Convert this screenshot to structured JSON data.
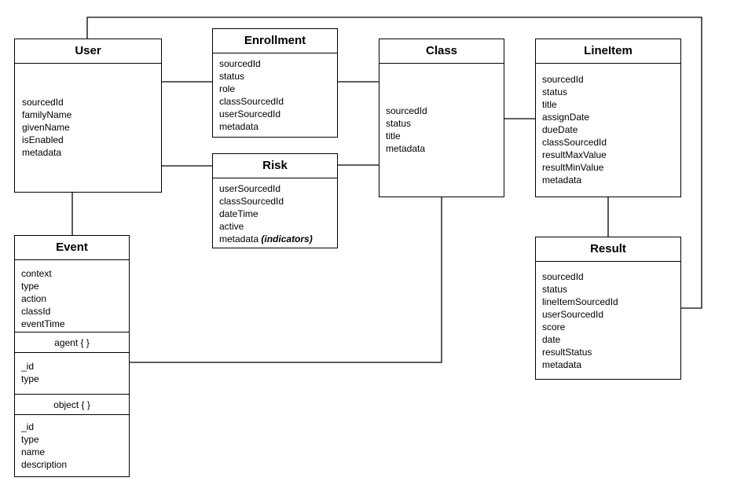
{
  "entities": {
    "user": {
      "title": "User",
      "fields": [
        "sourcedId",
        "familyName",
        "givenName",
        "isEnabled",
        "metadata"
      ]
    },
    "enrollment": {
      "title": "Enrollment",
      "fields": [
        "sourcedId",
        "status",
        "role",
        "classSourcedId",
        "userSourcedId",
        "metadata"
      ]
    },
    "class": {
      "title": "Class",
      "fields": [
        "sourcedId",
        "status",
        "title",
        "metadata"
      ]
    },
    "lineitem": {
      "title": "LineItem",
      "fields": [
        "sourcedId",
        "status",
        "title",
        "assignDate",
        "dueDate",
        "classSourcedId",
        "resultMaxValue",
        "resultMinValue",
        "metadata"
      ]
    },
    "risk": {
      "title": "Risk",
      "fields": [
        "userSourcedId",
        "classSourcedId",
        "dateTime",
        "active"
      ],
      "last_field": "metadata",
      "last_field_note": "(indicators)"
    },
    "event": {
      "title": "Event",
      "fields": [
        "context",
        "type",
        "action",
        "classId",
        "eventTime"
      ],
      "agent_header": "agent { }",
      "agent_fields": [
        "_id",
        "type"
      ],
      "object_header": "object { }",
      "object_fields": [
        "_id",
        "type",
        "name",
        "description"
      ]
    },
    "result": {
      "title": "Result",
      "fields": [
        "sourcedId",
        "status",
        "lineItemSourcedId",
        "userSourcedId",
        "score",
        "date",
        "resultStatus",
        "metadata"
      ]
    }
  }
}
